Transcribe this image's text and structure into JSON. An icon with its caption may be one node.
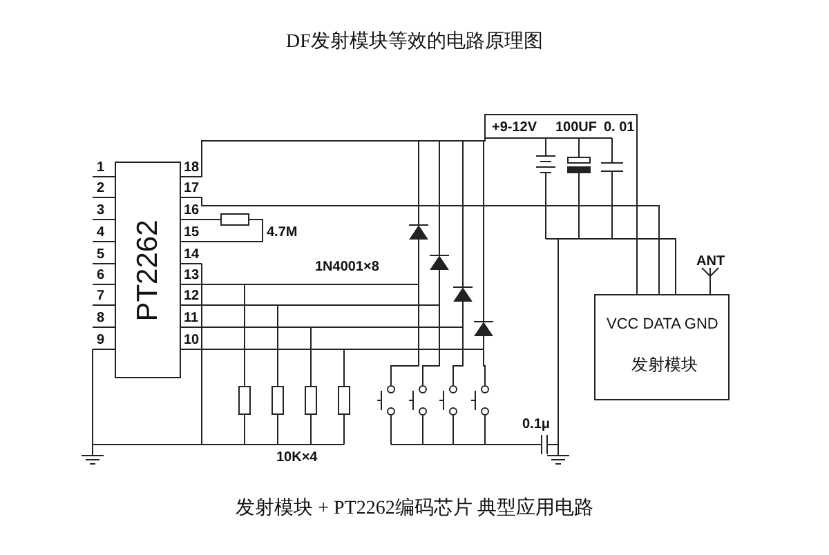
{
  "diagram": {
    "title": "DF发射模块等效的电路原理图",
    "caption": "发射模块 + PT2262编码芯片 典型应用电路",
    "nodes": [
      {
        "text": [
          "PT2262"
        ],
        "beside": [
          "1",
          "2",
          "3",
          "4",
          "5",
          "6",
          "7",
          "8",
          "9",
          "18",
          "17",
          "16",
          "15",
          "14",
          "13",
          "12",
          "11",
          "10"
        ]
      },
      {
        "text": [
          "VCC DATA GND",
          "发射模块"
        ]
      }
    ],
    "edges": [
      {
        "from": 0,
        "to": 1,
        "arrow": "none"
      },
      {
        "from": 0,
        "to": 1,
        "arrow": "none"
      }
    ],
    "labels": [
      "4.7M",
      "1N4001×8",
      "+9-12V",
      "100UF",
      "0. 01",
      "ANT",
      "0.1μ",
      "10K×4"
    ]
  }
}
